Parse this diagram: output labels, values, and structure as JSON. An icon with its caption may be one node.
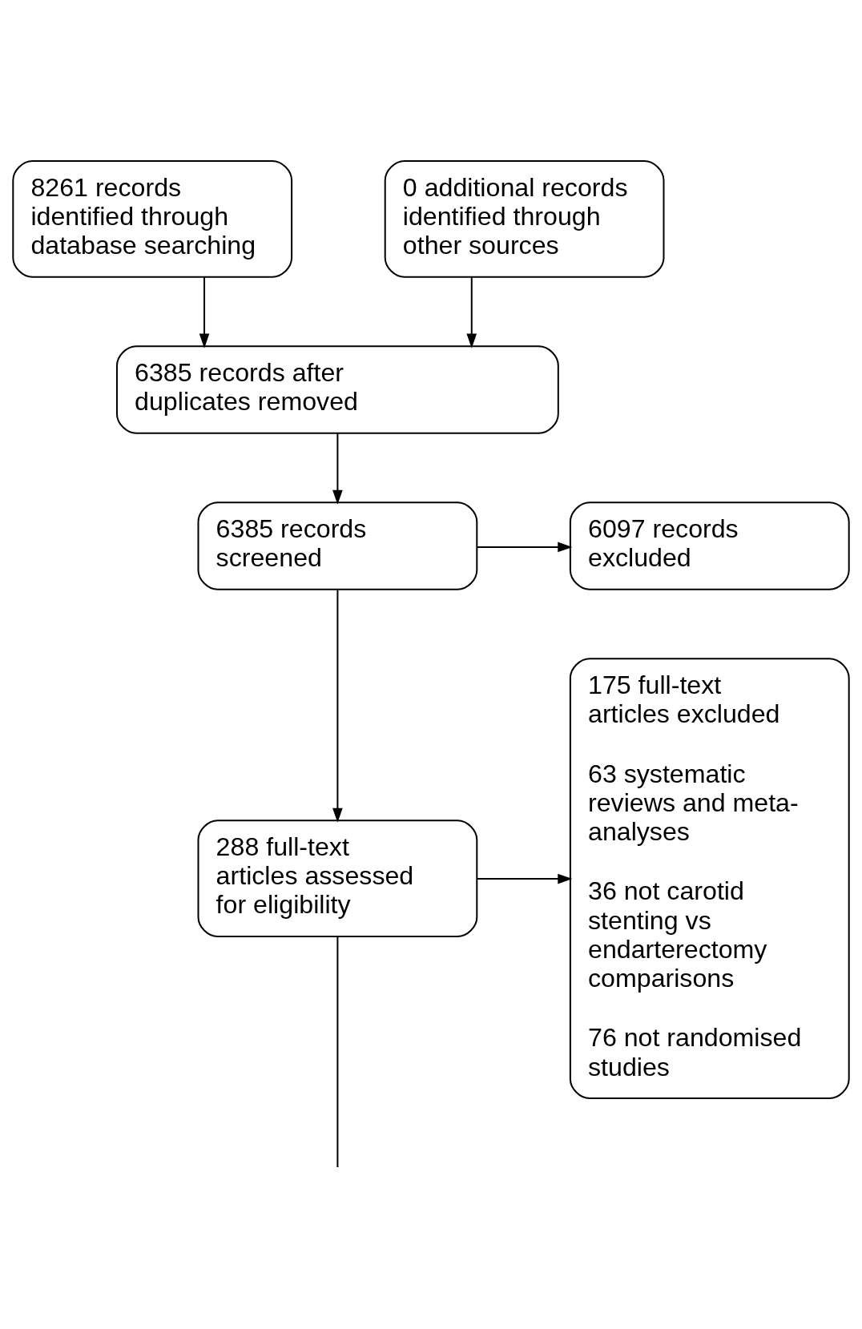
{
  "diagram": {
    "nodes": [
      {
        "text": [
          "8261 records identified through database searching"
        ]
      },
      {
        "text": [
          "0 additional records identified through other sources"
        ]
      },
      {
        "text": [
          "6385 records after duplicates removed"
        ]
      },
      {
        "text": [
          "6385 records screened"
        ]
      },
      {
        "text": [
          "6097 records excluded"
        ]
      },
      {
        "text": [
          "175 full-text articles excluded",
          "63 systematic reviews and meta-analyses",
          "36 not carotid stenting vs endarterectomy comparisons",
          "76 not randomised studies"
        ]
      },
      {
        "text": [
          "288 full-text articles assessed for eligibility"
        ]
      }
    ],
    "edges": [
      {
        "from": 0,
        "to": 2,
        "arrow": "to"
      },
      {
        "from": 1,
        "to": 2,
        "arrow": "to"
      },
      {
        "from": 2,
        "to": 3,
        "arrow": "to"
      },
      {
        "from": 3,
        "to": 4,
        "arrow": "to"
      },
      {
        "from": 3,
        "to": 6,
        "arrow": "to"
      },
      {
        "from": 6,
        "to": 5,
        "arrow": "to"
      },
      {
        "from": 6,
        "to": null,
        "arrow": "none"
      }
    ]
  }
}
